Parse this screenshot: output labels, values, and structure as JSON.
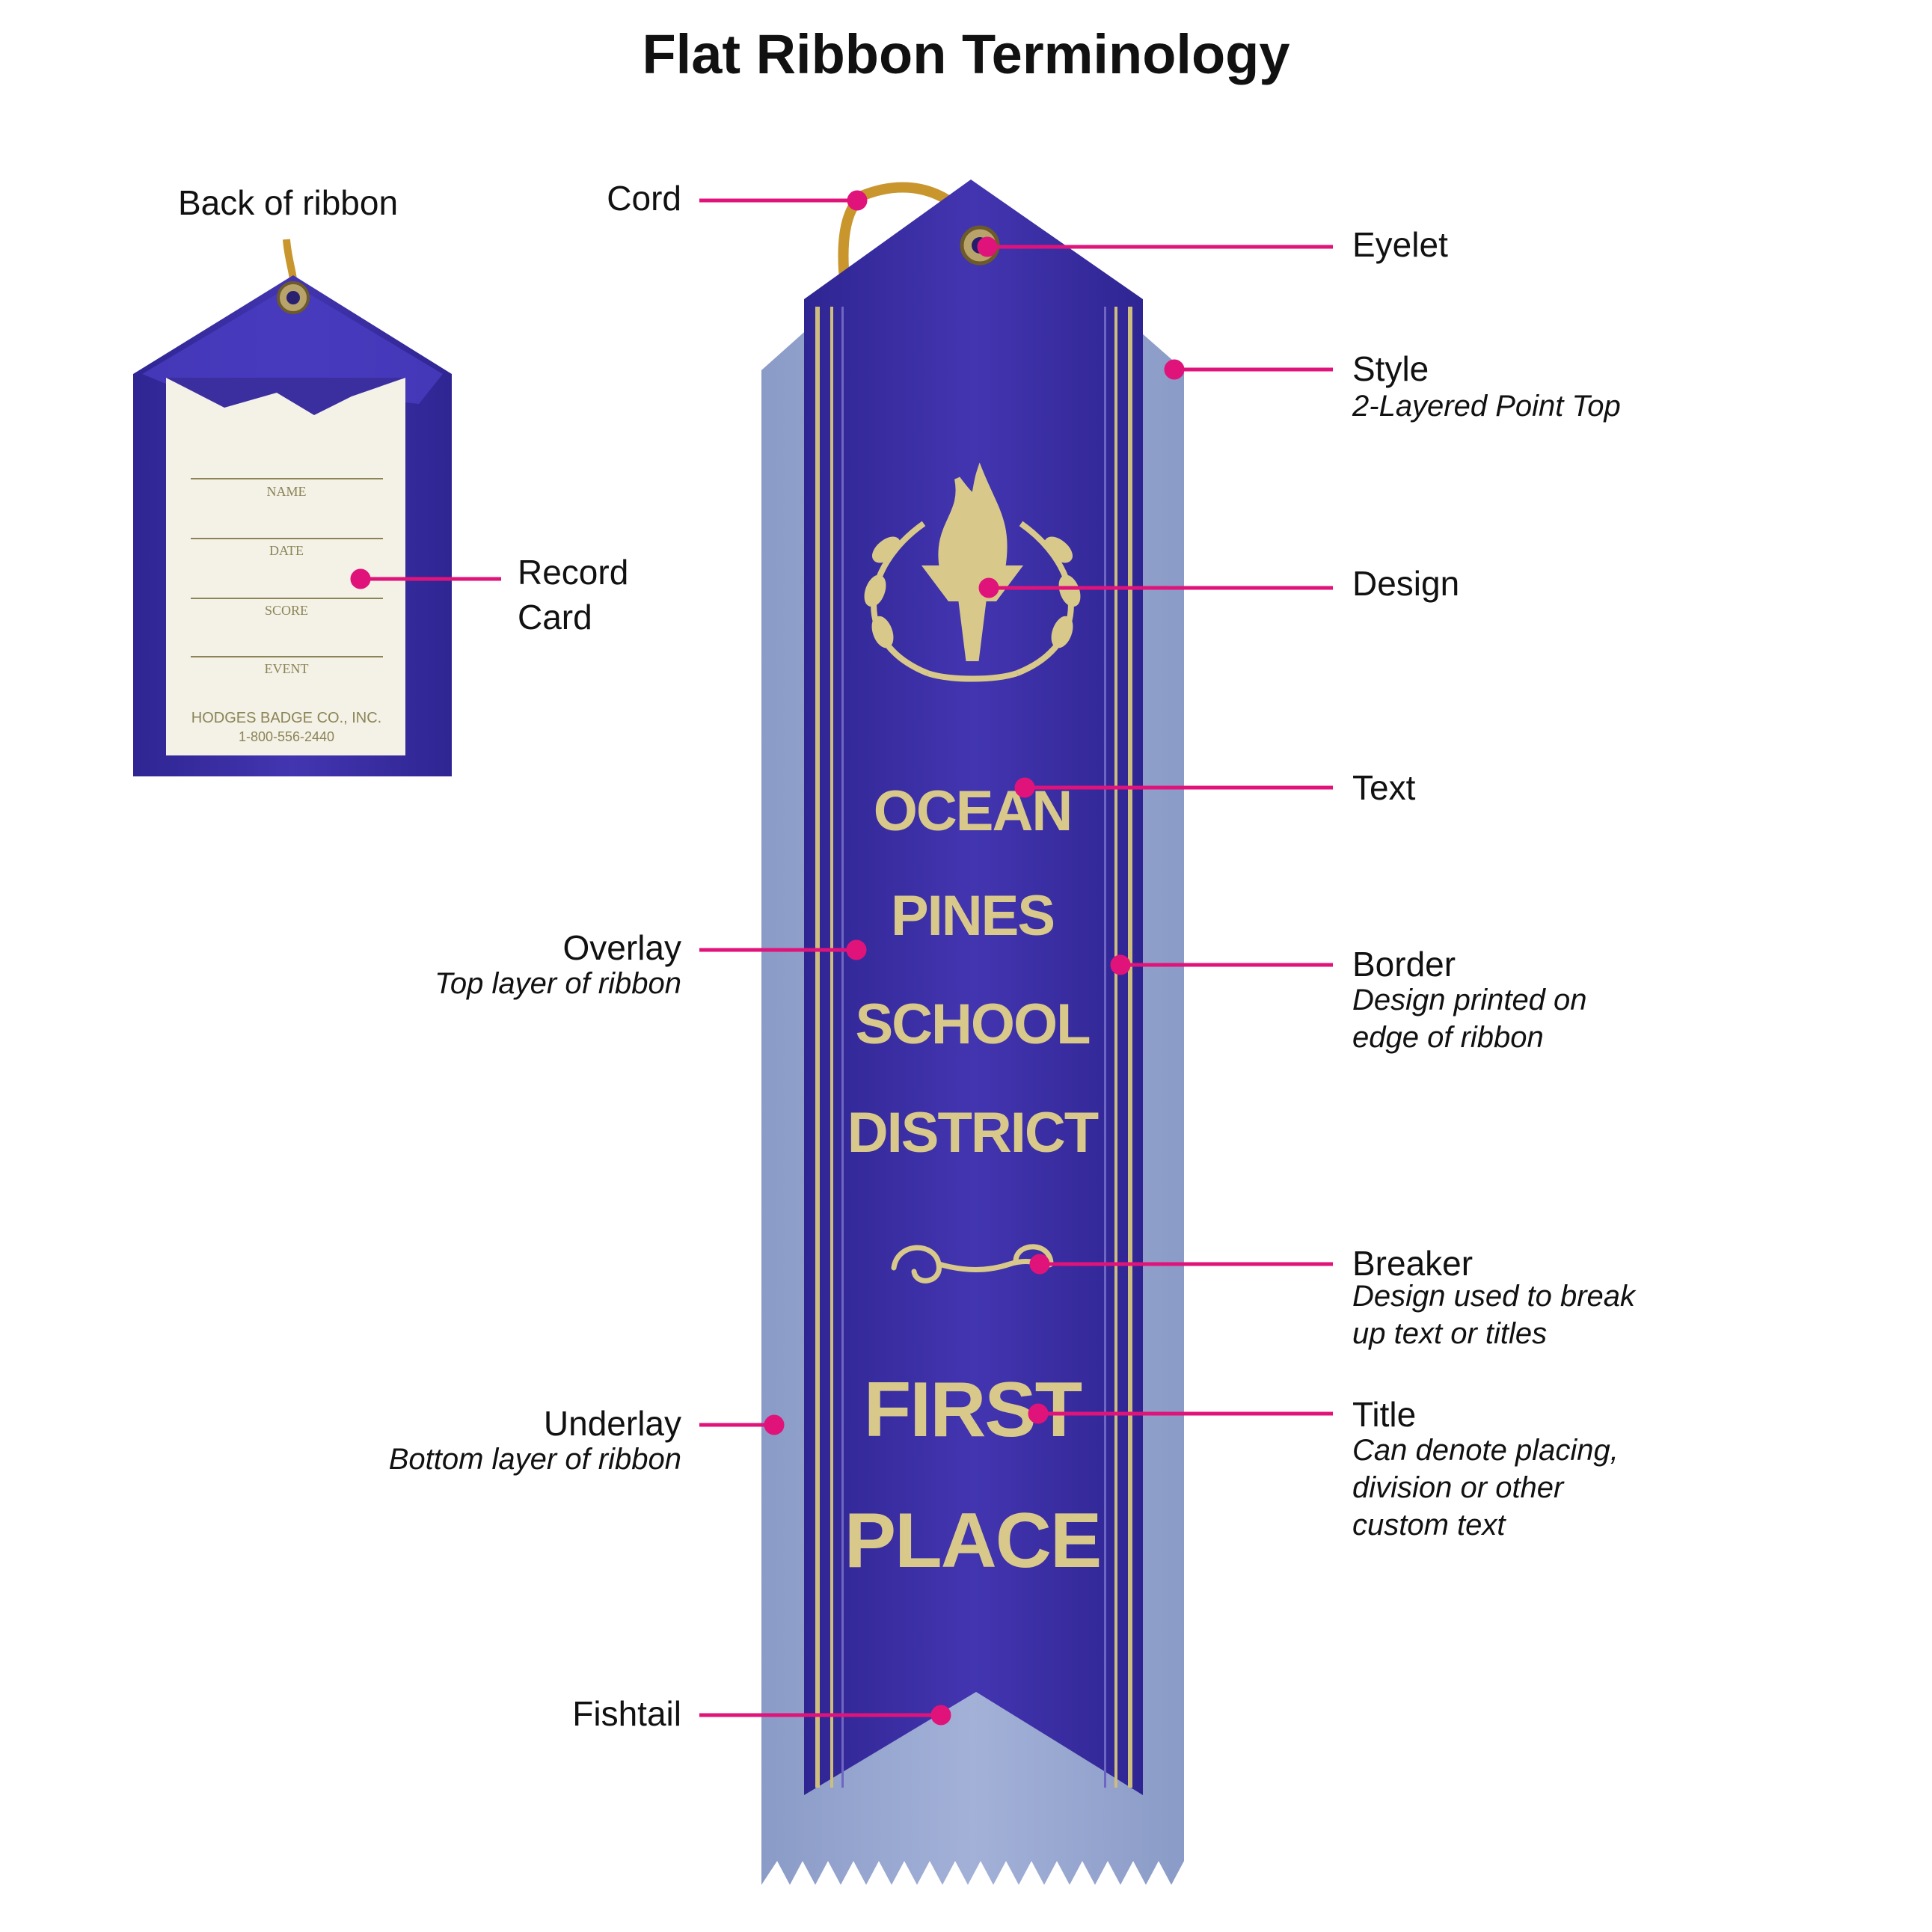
{
  "title": "Flat Ribbon Terminology",
  "back_of_ribbon": "Back of ribbon",
  "record_card": {
    "label_line1": "Record",
    "label_line2": "Card",
    "fields": [
      "NAME",
      "DATE",
      "SCORE",
      "EVENT"
    ],
    "company": "HODGES BADGE CO., INC.",
    "phone": "1-800-556-2440"
  },
  "callouts": {
    "cord": {
      "label": "Cord"
    },
    "eyelet": {
      "label": "Eyelet"
    },
    "style": {
      "label": "Style",
      "sub": "2-Layered Point Top"
    },
    "design": {
      "label": "Design"
    },
    "text": {
      "label": "Text"
    },
    "overlay": {
      "label": "Overlay",
      "sub": "Top layer of ribbon"
    },
    "border": {
      "label": "Border",
      "sub1": "Design printed on",
      "sub2": "edge of ribbon"
    },
    "breaker": {
      "label": "Breaker",
      "sub1": "Design used to break",
      "sub2": "up text or titles"
    },
    "underlay": {
      "label": "Underlay",
      "sub": "Bottom layer of ribbon"
    },
    "title_callout": {
      "label": "Title",
      "sub1": "Can denote placing,",
      "sub2": "division or other",
      "sub3": "custom text"
    },
    "fishtail": {
      "label": "Fishtail"
    }
  },
  "ribbon": {
    "text_lines": [
      "OCEAN",
      "PINES",
      "SCHOOL",
      "DISTRICT"
    ],
    "title_lines": [
      "FIRST",
      "PLACE"
    ]
  },
  "colors": {
    "leader": "#e0137a",
    "overlay": "#3b2fa0",
    "underlay": "#97a6cf",
    "gold": "#d8c98a",
    "cord": "#c9962e",
    "card": "#f4f1e6"
  }
}
